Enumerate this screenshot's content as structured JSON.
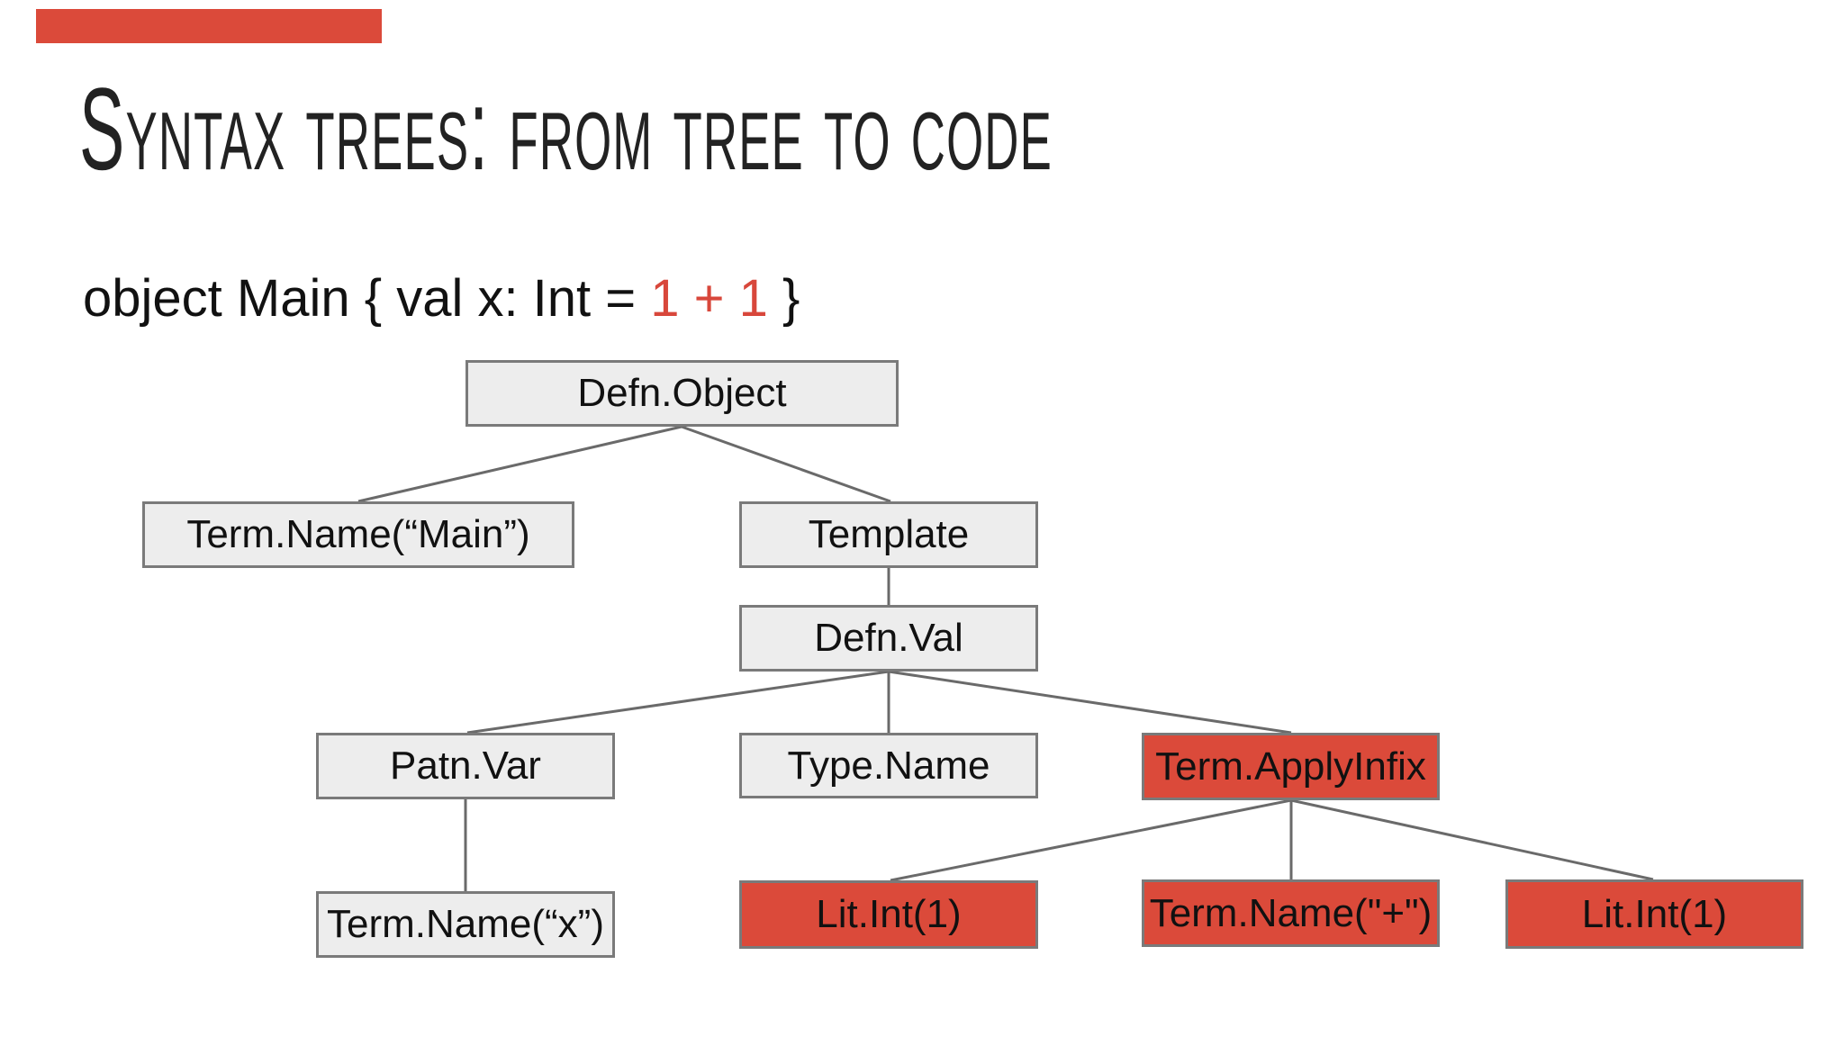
{
  "slide": {
    "title": "Syntax trees: from tree to code",
    "code": {
      "prefix": "object Main { val x: Int = ",
      "highlight": "1 + 1",
      "suffix": " }"
    }
  },
  "colors": {
    "accent_red": "#db4a3a",
    "node_gray_fill": "#ededed",
    "node_border": "#7a7a7a",
    "edge_line": "#6a6a6a",
    "code_highlight": "#d8473b",
    "title_text": "#222222"
  },
  "tree": {
    "nodes": [
      {
        "id": "defn-object",
        "label": "Defn.Object",
        "variant": "gray"
      },
      {
        "id": "term-name-main",
        "label": "Term.Name(“Main”)",
        "variant": "gray"
      },
      {
        "id": "template",
        "label": "Template",
        "variant": "gray"
      },
      {
        "id": "defn-val",
        "label": "Defn.Val",
        "variant": "gray"
      },
      {
        "id": "patn-var",
        "label": "Patn.Var",
        "variant": "gray"
      },
      {
        "id": "type-name",
        "label": "Type.Name",
        "variant": "gray"
      },
      {
        "id": "term-applyinfix",
        "label": "Term.ApplyInfix",
        "variant": "red"
      },
      {
        "id": "term-name-x",
        "label": "Term.Name(“x”)",
        "variant": "gray"
      },
      {
        "id": "lit-int-left",
        "label": "Lit.Int(1)",
        "variant": "red"
      },
      {
        "id": "term-name-plus",
        "label": "Term.Name(\"+\")",
        "variant": "red"
      },
      {
        "id": "lit-int-right",
        "label": "Lit.Int(1)",
        "variant": "red"
      }
    ]
  }
}
